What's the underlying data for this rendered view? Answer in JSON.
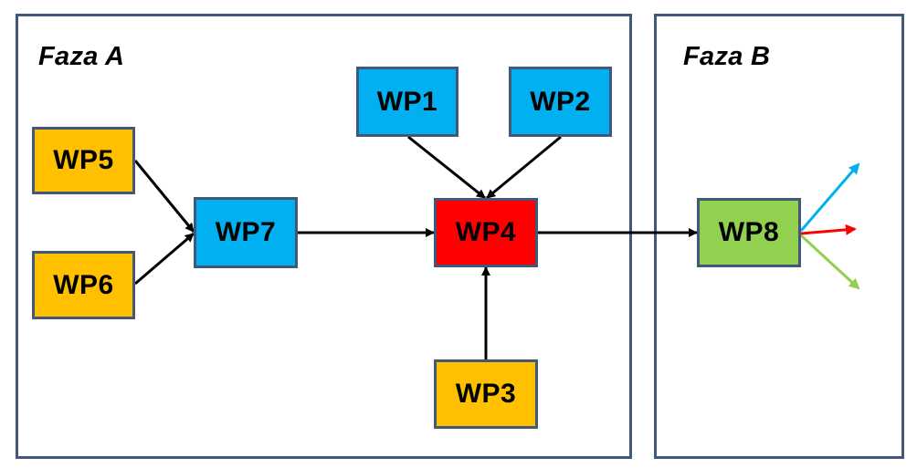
{
  "colors": {
    "border": "#41587a",
    "blue": "#00b0f0",
    "orange": "#ffc000",
    "red": "#ff0000",
    "green": "#92d050",
    "arrow": "#000000",
    "out_blue": "#00b0f0",
    "out_red": "#ff0000",
    "out_green": "#92d050"
  },
  "phases": {
    "a": {
      "title": "Faza A"
    },
    "b": {
      "title": "Faza B"
    }
  },
  "nodes": {
    "wp1": {
      "label": "WP1",
      "color": "#00b0f0"
    },
    "wp2": {
      "label": "WP2",
      "color": "#00b0f0"
    },
    "wp3": {
      "label": "WP3",
      "color": "#ffc000"
    },
    "wp4": {
      "label": "WP4",
      "color": "#ff0000"
    },
    "wp5": {
      "label": "WP5",
      "color": "#ffc000"
    },
    "wp6": {
      "label": "WP6",
      "color": "#ffc000"
    },
    "wp7": {
      "label": "WP7",
      "color": "#00b0f0"
    },
    "wp8": {
      "label": "WP8",
      "color": "#92d050"
    }
  },
  "edges": [
    {
      "from": "WP5",
      "to": "WP7"
    },
    {
      "from": "WP6",
      "to": "WP7"
    },
    {
      "from": "WP7",
      "to": "WP4"
    },
    {
      "from": "WP1",
      "to": "WP4"
    },
    {
      "from": "WP2",
      "to": "WP4"
    },
    {
      "from": "WP3",
      "to": "WP4"
    },
    {
      "from": "WP4",
      "to": "WP8"
    }
  ],
  "outputs_from_wp8": [
    {
      "color": "#00b0f0",
      "direction": "up-right"
    },
    {
      "color": "#ff0000",
      "direction": "right"
    },
    {
      "color": "#92d050",
      "direction": "down-right"
    }
  ]
}
